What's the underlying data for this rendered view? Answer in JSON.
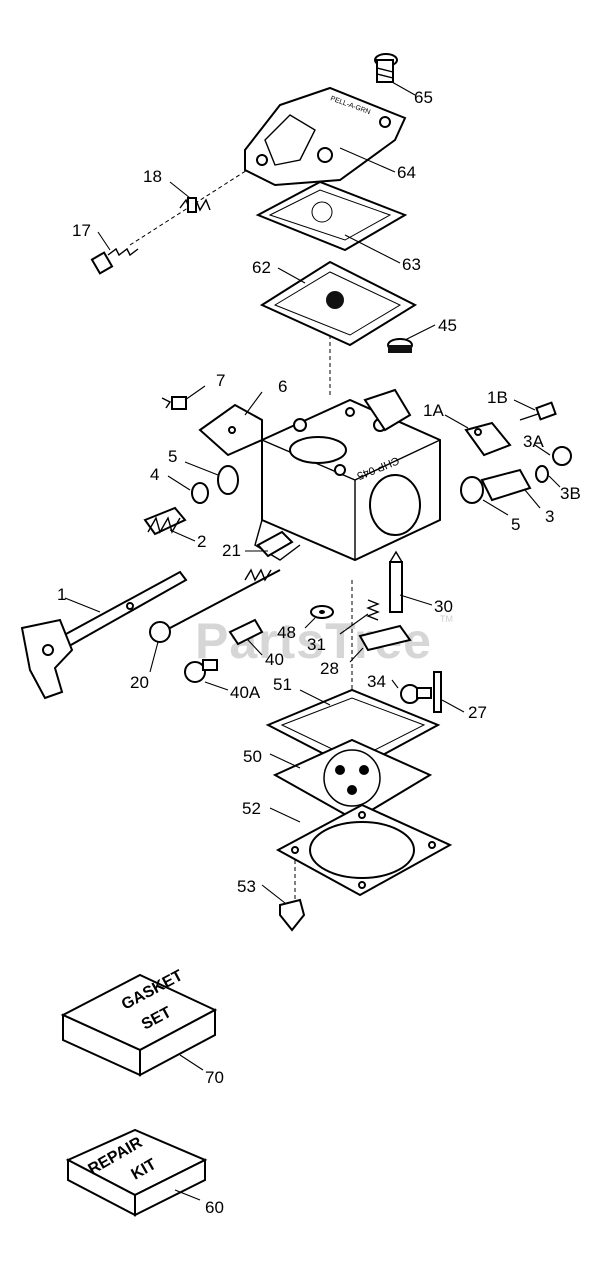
{
  "watermark": "PartsTree",
  "watermark_tm": "TM",
  "callouts": {
    "c65": "65",
    "c64": "64",
    "c18": "18",
    "c17": "17",
    "c63": "63",
    "c62": "62",
    "c45": "45",
    "c7": "7",
    "c6": "6",
    "c1B": "1B",
    "c1A": "1A",
    "c3A": "3A",
    "c5a": "5",
    "c4": "4",
    "c3B": "3B",
    "c5b": "5",
    "c3": "3",
    "c2": "2",
    "c21": "21",
    "c30": "30",
    "c1": "1",
    "c48": "48",
    "c31": "31",
    "c40": "40",
    "c28": "28",
    "c20": "20",
    "c34": "34",
    "c40A": "40A",
    "c51": "51",
    "c27": "27",
    "c50": "50",
    "c52": "52",
    "c53": "53",
    "c70": "70",
    "c60": "60"
  },
  "kits": {
    "gasket_set": [
      "GASKET",
      "SET"
    ],
    "repair_kit": [
      "REPAIR",
      "KIT"
    ]
  },
  "body_marking": "CHP 045"
}
